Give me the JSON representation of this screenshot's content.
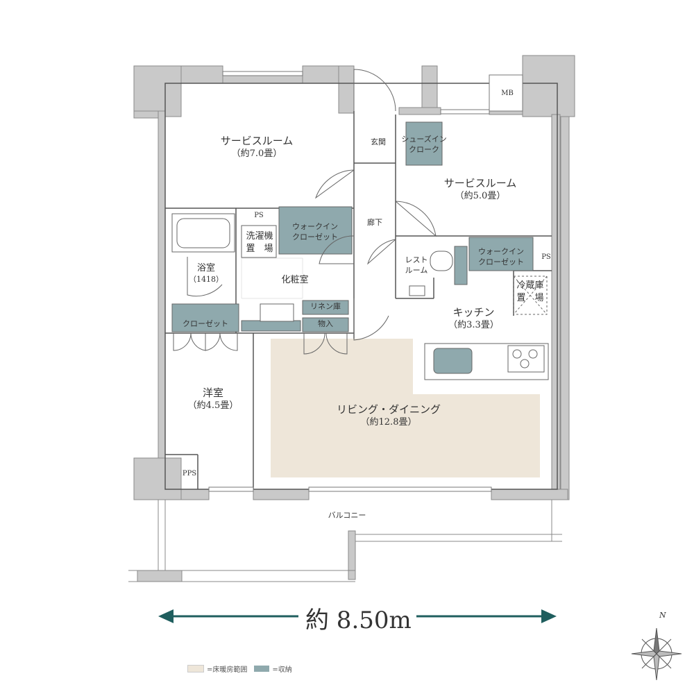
{
  "rooms": {
    "service_room_1": {
      "name": "サービスルーム",
      "area": "（約7.0畳）"
    },
    "service_room_2": {
      "name": "サービスルーム",
      "area": "（約5.0畳）"
    },
    "entrance": "玄関",
    "shoe_closet": [
      "シューズイン",
      "クローク"
    ],
    "corridor": "廊下",
    "walkin_1": [
      "ウォークイン",
      "クローゼット"
    ],
    "walkin_2": [
      "ウォークイン",
      "クローゼット"
    ],
    "laundry": [
      "洗濯機",
      "置　場"
    ],
    "ps_top": "PS",
    "ps_right": "PS",
    "pps": "PPS",
    "mb": "MB",
    "bath": {
      "name": "浴室",
      "size": "（1418）"
    },
    "washroom": "化粧室",
    "restroom": [
      "レスト",
      "ルーム"
    ],
    "fridge": [
      "冷蔵庫",
      "置　場"
    ],
    "linen": "リネン庫",
    "storage": "物入",
    "kitchen": {
      "name": "キッチン",
      "area": "（約3.3畳）"
    },
    "closet": "クローゼット",
    "western": {
      "name": "洋室",
      "area": "（約4.5畳）"
    },
    "living": {
      "name": "リビング・ダイニング",
      "area": "（約12.8畳）"
    },
    "balcony": "バルコニー"
  },
  "dimension": "約 8.50m",
  "legend": {
    "floor_heating": "=床暖房範囲",
    "storage": "=収納"
  },
  "compass": "N",
  "colors": {
    "wall": "#c9c9c9",
    "wall_stroke": "#8a8a8a",
    "storage": "#8fa9ad",
    "floor_heating": "#eee6d9",
    "arrow": "#1f5e5e"
  }
}
